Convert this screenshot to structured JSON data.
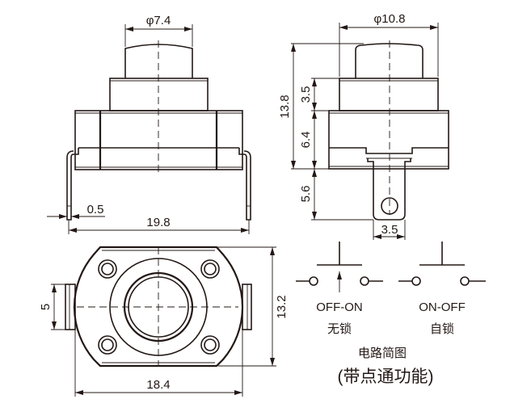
{
  "front_view": {
    "cap_diameter": "φ7.4",
    "pin_thickness": "0.5",
    "pin_span": "19.8"
  },
  "side_view": {
    "body_diameter": "φ10.8",
    "total_height": "13.8",
    "collar_height": "3.5",
    "body_height": "6.4",
    "tab_length": "5.6",
    "tab_width": "3.5"
  },
  "bottom_view": {
    "tab_width": "5",
    "depth": "13.2",
    "width": "18.4"
  },
  "circuit": {
    "left_mode": "OFF-ON",
    "left_type": "无锁",
    "right_mode": "ON-OFF",
    "right_type": "自锁",
    "title": "电路简图",
    "subtitle": "(带点通功能)"
  },
  "colors": {
    "line": "#231815",
    "background": "#ffffff"
  }
}
